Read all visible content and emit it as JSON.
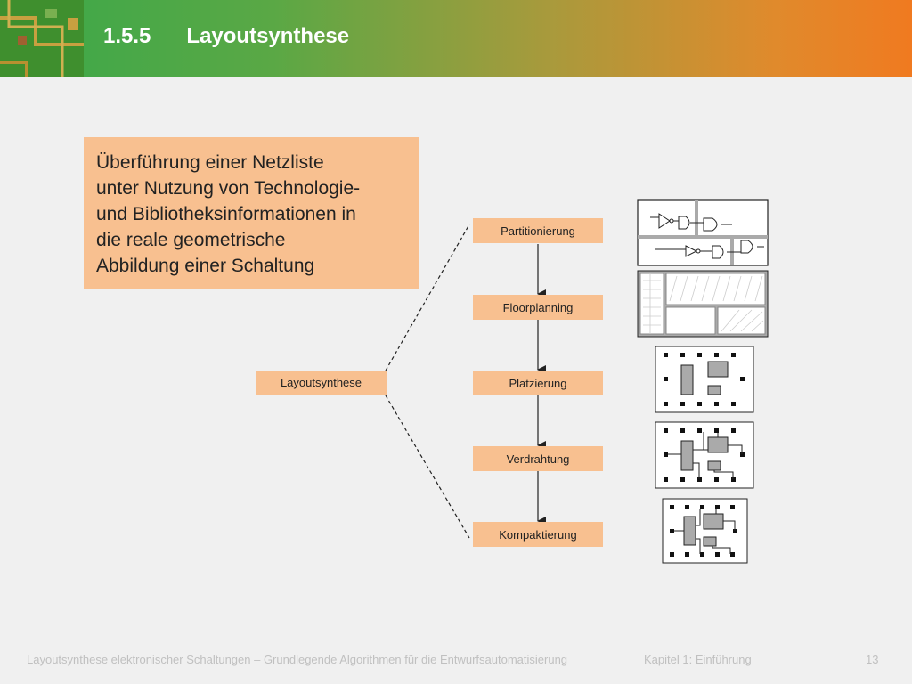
{
  "header": {
    "number": "1.5.5",
    "title": "Layoutsynthese"
  },
  "callout": {
    "text": "Überführung einer Netzliste\nunter Nutzung von Technologie-\nund Bibliotheksinformationen in\ndie reale geometrische\nAbbildung einer Schaltung"
  },
  "diagram": {
    "root": "Layoutsynthese",
    "steps": [
      "Partitionierung",
      "Floorplanning",
      "Platzierung",
      "Verdrahtung",
      "Kompaktierung"
    ]
  },
  "footer": {
    "course": "Layoutsynthese elektronischer Schaltungen – Grundlegende Algorithmen für die Entwurfsautomatisierung",
    "chapter": "Kapitel 1: Einführung",
    "page": "13"
  },
  "colors": {
    "box_fill": "#f8c090",
    "header_start": "#3aa84a",
    "header_end": "#f07a20"
  }
}
